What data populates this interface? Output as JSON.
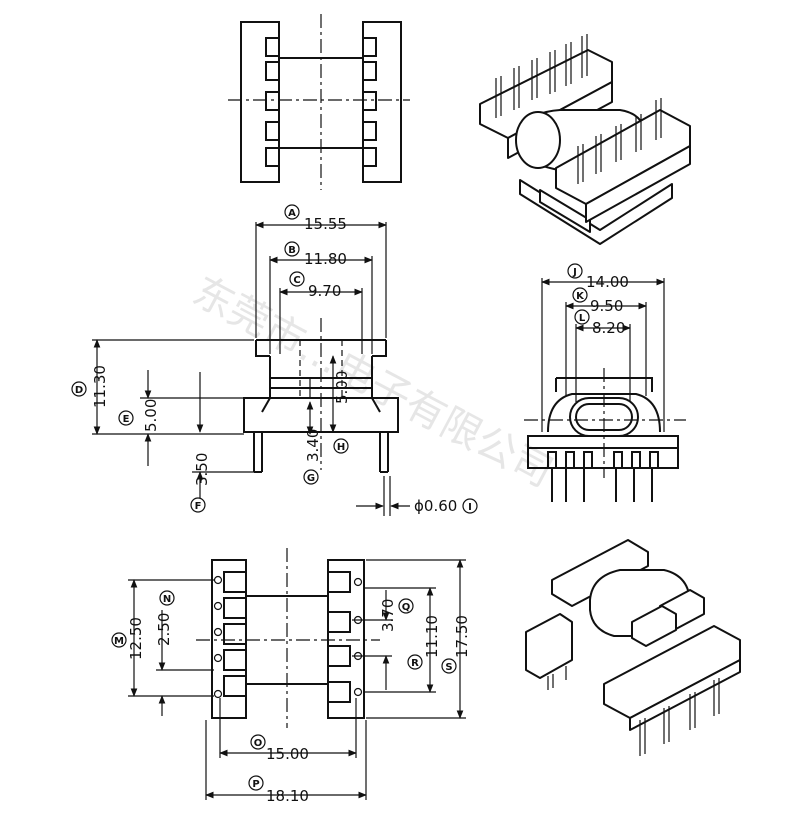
{
  "watermark": "东莞市…电子有限公司",
  "callouts": {
    "A": {
      "letter": "A",
      "value": "15.55"
    },
    "B": {
      "letter": "B",
      "value": "11.80"
    },
    "C": {
      "letter": "C",
      "value": "9.70"
    },
    "D": {
      "letter": "D",
      "value": "11.30"
    },
    "E": {
      "letter": "E",
      "value": "5.00"
    },
    "F": {
      "letter": "F",
      "value": "3.50"
    },
    "G": {
      "letter": "G",
      "value": "3.40"
    },
    "H": {
      "letter": "H",
      "value": "5.00"
    },
    "I": {
      "letter": "I",
      "value": "ϕ0.60"
    },
    "J": {
      "letter": "J",
      "value": "14.00"
    },
    "K": {
      "letter": "K",
      "value": "9.50"
    },
    "L": {
      "letter": "L",
      "value": "8.20"
    },
    "M": {
      "letter": "M",
      "value": "12.50"
    },
    "N": {
      "letter": "N",
      "value": "2.50"
    },
    "O": {
      "letter": "O",
      "value": "15.00"
    },
    "P": {
      "letter": "P",
      "value": "18.10"
    },
    "Q": {
      "letter": "Q",
      "value": "3.70"
    },
    "R": {
      "letter": "R",
      "value": "11.10"
    },
    "S": {
      "letter": "S",
      "value": "17.50"
    }
  }
}
